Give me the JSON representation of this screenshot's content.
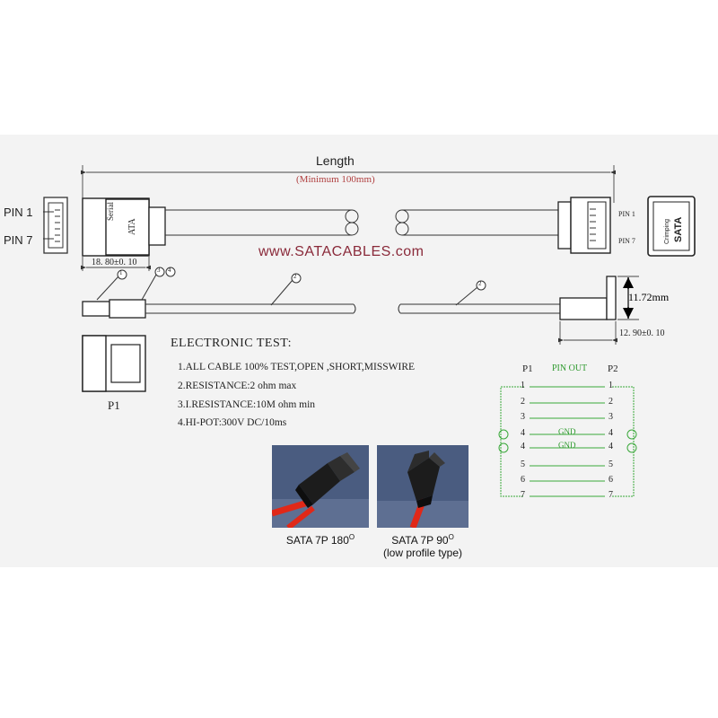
{
  "drawing": {
    "length_label": "Length",
    "length_note": "(Minimum 100mm)",
    "left_pin1": "PIN 1",
    "left_pin7": "PIN 7",
    "right_pin1": "PIN 1",
    "right_pin7": "PIN 7",
    "connector_text_serial": "Serial",
    "connector_text_ata": "ATA",
    "end_cap_text_crimping": "Crimping",
    "end_cap_text_sata": "SATA",
    "watermark": "www.SATACABLES.com",
    "dim_left_width": "18. 80±0. 10",
    "dim_right_width": "12. 90±0. 10",
    "dim_height": "11.72mm",
    "balloon_1": "1",
    "balloon_2": "2",
    "balloon_3": "3",
    "balloon_4": "4",
    "view_label": "P1"
  },
  "electronic_test": {
    "heading": "ELECTRONIC TEST:",
    "items": [
      "1.ALL CABLE 100% TEST,OPEN ,SHORT,MISSWIRE",
      "2.RESISTANCE:2 ohm max",
      "3.I.RESISTANCE:10M ohm min",
      "4.HI-POT:300V DC/10ms"
    ]
  },
  "pinout": {
    "left_label": "P1",
    "title": "PIN OUT",
    "right_label": "P2",
    "pins": [
      "1",
      "2",
      "3",
      "4",
      "4",
      "5",
      "6",
      "7"
    ],
    "gnd_label": "GND",
    "line_color": "#3aa83a",
    "text_color": "#2f9a2f"
  },
  "photos": [
    {
      "caption": "SATA 7P 180",
      "degree": "O"
    },
    {
      "caption": "SATA 7P 90",
      "degree": "O",
      "subcaption": "(low profile type)"
    }
  ],
  "colors": {
    "watermark": "#8a2a3a",
    "note_red": "#b04040",
    "photo_bg": "#4a5c80",
    "cable_red": "#e02818"
  }
}
